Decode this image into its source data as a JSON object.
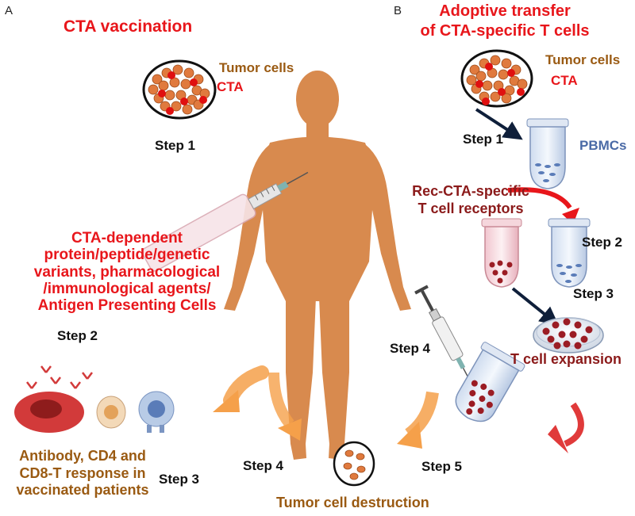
{
  "colors": {
    "red_text": "#e8161b",
    "brown_text": "#9a5a12",
    "blue_text": "#4a6aa6",
    "maroon_text": "#8b1a1a",
    "human_figure": "#d88a4e",
    "flow_arrow": "#f5a04a",
    "tumor_cell": "#e07a3e",
    "cta_marker": "#e01010",
    "t_cell": "#9b1d24"
  },
  "panel_a": {
    "letter": "A",
    "title": "CTA vaccination",
    "tumor_label": "Tumor cells",
    "cta_label": "CTA",
    "step1": "Step 1",
    "agents": [
      "CTA-dependent",
      "protein/peptide/genetic",
      "variants, pharmacological",
      "/immunological agents/",
      "Antigen Presenting Cells"
    ],
    "step2": "Step 2",
    "response": [
      "Antibody, CD4  and",
      "CD8-T response in",
      "vaccinated patients"
    ],
    "step3": "Step 3",
    "step4": "Step 4"
  },
  "panel_b": {
    "letter": "B",
    "title": [
      "Adoptive transfer",
      "of CTA-specific T cells"
    ],
    "tumor_label": "Tumor cells",
    "cta_label": "CTA",
    "step1": "Step 1",
    "pbmc_label": "PBMCs",
    "receptor_label": [
      "Rec-CTA-specific",
      "T cell receptors"
    ],
    "step2": "Step 2",
    "step3": "Step 3",
    "expansion_label": "T cell expansion",
    "step4": "Step 4",
    "step5": "Step 5"
  },
  "outcome": "Tumor cell destruction"
}
